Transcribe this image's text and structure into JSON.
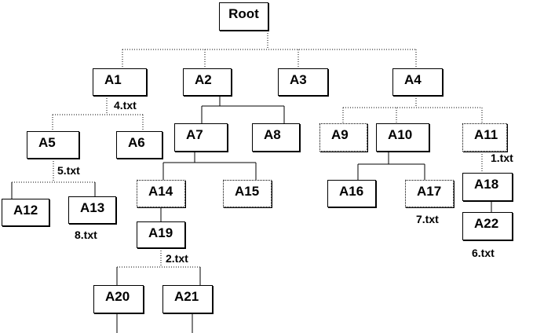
{
  "nodes": {
    "root": "Root",
    "a1": "A1",
    "a2": "A2",
    "a3": "A3",
    "a4": "A4",
    "a5": "A5",
    "a6": "A6",
    "a7": "A7",
    "a8": "A8",
    "a9": "A9",
    "a10": "A10",
    "a11": "A11",
    "a12": "A12",
    "a13": "A13",
    "a14": "A14",
    "a15": "A15",
    "a16": "A16",
    "a17": "A17",
    "a18": "A18",
    "a19": "A19",
    "a20": "A20",
    "a21": "A21",
    "a22": "A22"
  },
  "files": {
    "a1_file": "4.txt",
    "a5_file": "5.txt",
    "a13_file": "8.txt",
    "a19_file": "2.txt",
    "a17_file": "7.txt",
    "a11_file": "1.txt",
    "a22_file": "6.txt"
  },
  "colors": {
    "line": "#000000",
    "box_border": "#000000",
    "background": "#ffffff"
  }
}
